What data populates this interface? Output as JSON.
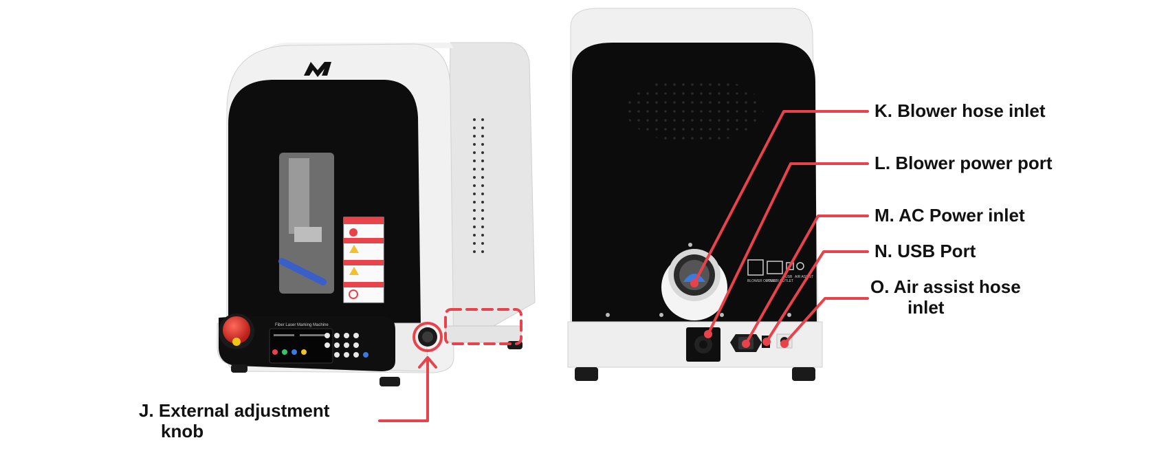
{
  "colors": {
    "callout": "#e8434b",
    "body": "#eeeeee",
    "panel": "#0d0d0d",
    "button": "#d9302c"
  },
  "front_view": {
    "logo_icon": "m-logo-icon",
    "control_panel_caption": "Fiber Laser Marking Machine"
  },
  "rear_view": {
    "port_captions": [
      "BLOWER OUTLET",
      "POWER OUTLET",
      "USB",
      "AIR ASSIST"
    ]
  },
  "callouts": [
    {
      "id": "J",
      "line1": "J. External adjustment",
      "line2": "knob"
    },
    {
      "id": "K",
      "line1": "K. Blower hose inlet",
      "line2": ""
    },
    {
      "id": "L",
      "line1": "L. Blower power port",
      "line2": ""
    },
    {
      "id": "M",
      "line1": "M. AC Power inlet",
      "line2": ""
    },
    {
      "id": "N",
      "line1": "N. USB Port",
      "line2": ""
    },
    {
      "id": "O",
      "line1": "O. Air assist hose",
      "line2": "inlet"
    }
  ]
}
